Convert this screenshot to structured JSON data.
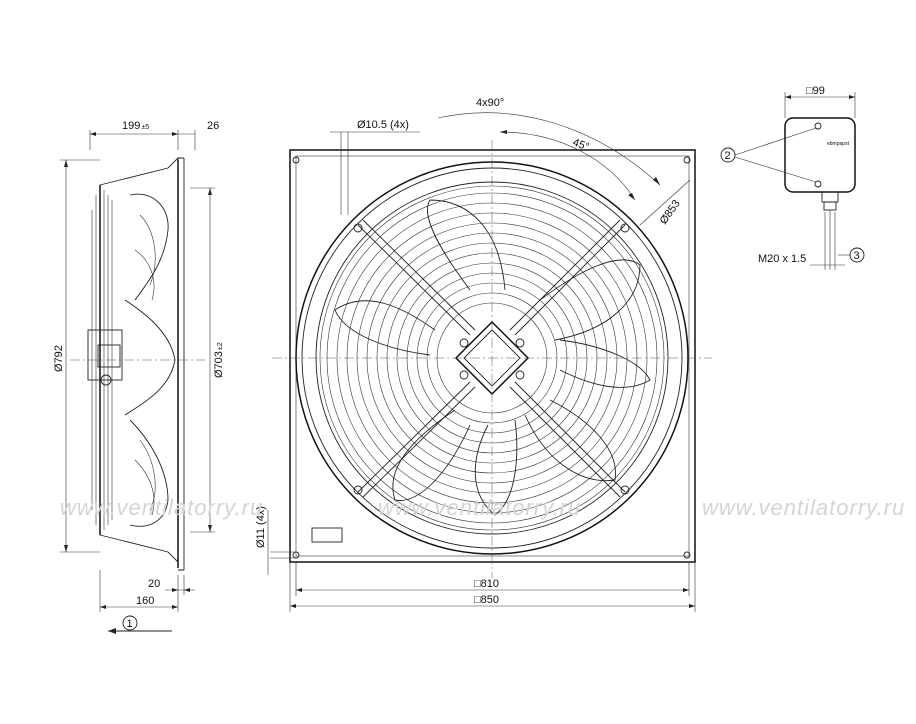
{
  "watermark": "www.ventilatorry.ru",
  "dimensions": {
    "side_depth": "199",
    "side_depth_tol": "±5",
    "flange_offset": "26",
    "outer_diameter": "Ø792",
    "guard_diameter": "Ø703",
    "guard_diameter_tol": "±2",
    "bottom_offset": "20",
    "mount_depth": "160",
    "hole_top": "Ø10.5 (4x)",
    "hole_corner": "Ø11 (4x)",
    "angle_total": "4x90°",
    "angle_single": "45°",
    "bolt_circle": "Ø853",
    "square_inner": "□810",
    "square_outer": "□850",
    "box_size": "□99",
    "cable_gland": "M20 x 1.5"
  },
  "callouts": {
    "c1": "1",
    "c2": "2",
    "c3": "3"
  },
  "box_label": "ebmpapst",
  "colors": {
    "line": "#222222",
    "watermark": "#d4d4d4"
  }
}
